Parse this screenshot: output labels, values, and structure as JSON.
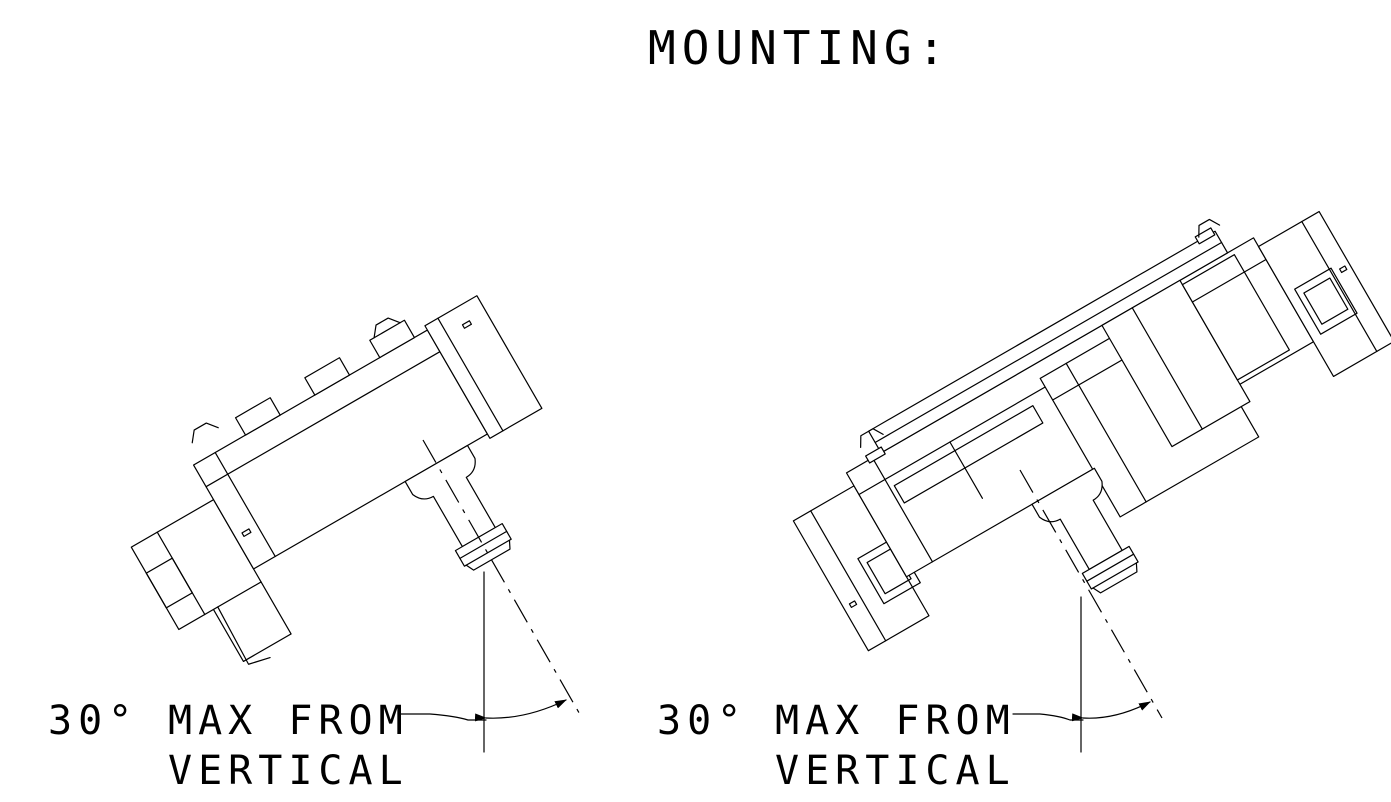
{
  "title": "MOUNTING:",
  "callouts": [
    {
      "angle": "30°",
      "line1": "MAX FROM",
      "line2": "VERTICAL"
    },
    {
      "angle": "30°",
      "line1": "MAX FROM",
      "line2": "VERTICAL"
    }
  ],
  "colors": {
    "line": "#000000",
    "background": "#ffffff"
  }
}
